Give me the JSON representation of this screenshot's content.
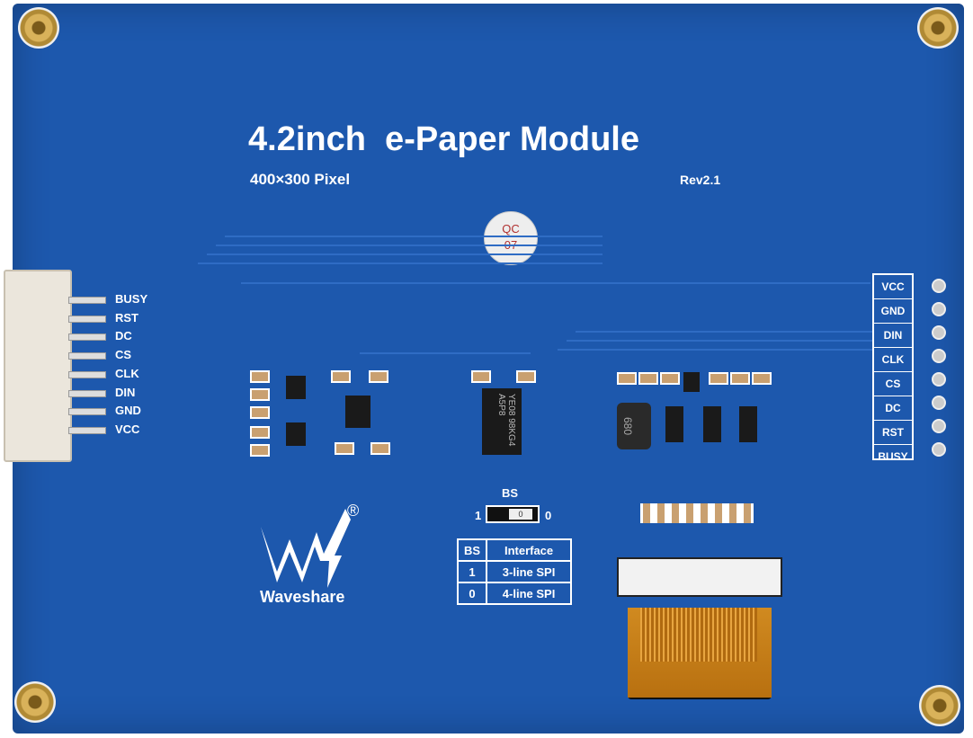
{
  "board": {
    "title": "4.2inch  e-Paper Module",
    "resolution": "400×300 Pixel",
    "revision": "Rev2.1",
    "qc_sticker": {
      "line1": "QC",
      "line2": "07"
    },
    "brand": "Waveshare",
    "registered_mark": "®",
    "board_color": "#1d58ad"
  },
  "left_connector_pins": [
    "BUSY",
    "RST",
    "DC",
    "CS",
    "CLK",
    "DIN",
    "GND",
    "VCC"
  ],
  "right_header_pins": [
    "VCC",
    "GND",
    "DIN",
    "CLK",
    "CS",
    "DC",
    "RST",
    "BUSY"
  ],
  "chip_marking": {
    "line1": "YE08",
    "line2": "98KG4",
    "line3": "A5P8"
  },
  "inductor_marking": "680",
  "bs_jumper": {
    "label": "BS",
    "left": "1",
    "right": "0",
    "pad": "0"
  },
  "interface_table": {
    "headers": [
      "BS",
      "Interface"
    ],
    "rows": [
      [
        "1",
        "3-line SPI"
      ],
      [
        "0",
        "4-line SPI"
      ]
    ]
  }
}
